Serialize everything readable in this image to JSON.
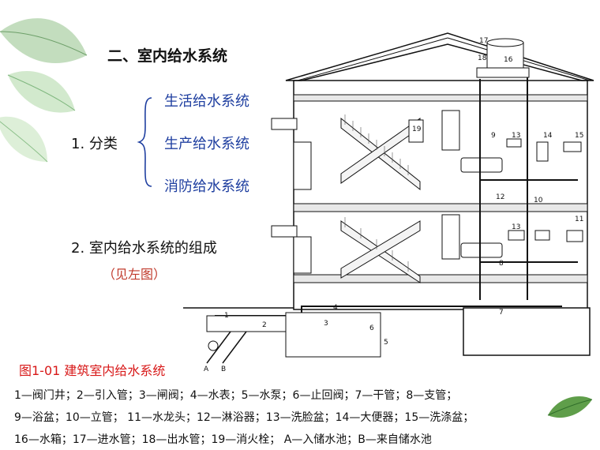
{
  "slide": {
    "title": "二、室内给水系统",
    "classification": {
      "number_label": "1.  分类",
      "items": [
        "生活给水系统",
        "生产给水系统",
        "消防给水系统"
      ]
    },
    "composition": {
      "heading": "2.  室内给水系统的组成",
      "note": "（见左图）"
    },
    "figure_caption": "图1-01 建筑室内给水系统",
    "legend_lines": [
      "1—阀门井；2—引入管；3—闸阀；4—水表；5—水泵；6—止回阀；7—干管；8—支管；",
      "9—浴盆；10—立管；  11—水龙头；12—淋浴器；13—洗脸盆；14—大便器；15—洗涤盆；",
      "16—水箱；17—进水管；18—出水管；19—消火栓；  A—入储水池；B—来自储水池"
    ],
    "diagram_labels": [
      "17",
      "16",
      "18",
      "19",
      "9",
      "13",
      "14",
      "15",
      "12",
      "10",
      "13",
      "11",
      "8",
      "4",
      "3",
      "6",
      "5",
      "2",
      "7",
      "1",
      "A",
      "B"
    ]
  },
  "colors": {
    "title": "#111111",
    "item_blue": "#1f3fa0",
    "caption_red": "#d81818",
    "note_red": "#c0392b",
    "leaf_green": "#7fb77e"
  }
}
